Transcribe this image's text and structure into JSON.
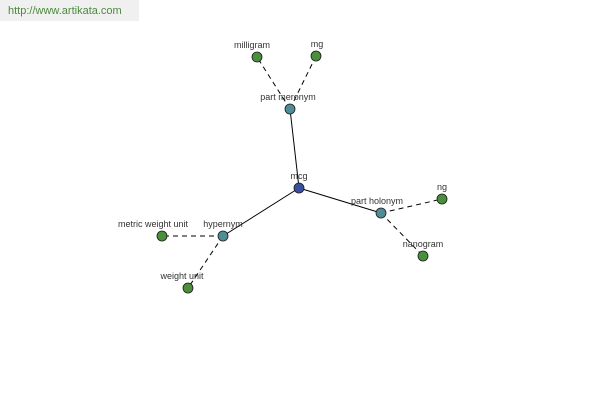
{
  "source_url": "http://www.artikata.com",
  "colors": {
    "root_node": "#3a4fa0",
    "relation_node": "#4f8e96",
    "leaf_node": "#4a8f3c",
    "edge": "#000000",
    "label": "#333333"
  },
  "nodes": [
    {
      "id": "mcg",
      "label": "mcg",
      "kind": "root"
    },
    {
      "id": "part-meronym",
      "label": "part meronym",
      "kind": "relation"
    },
    {
      "id": "milligram",
      "label": "milligram",
      "kind": "leaf"
    },
    {
      "id": "mg",
      "label": "mg",
      "kind": "leaf"
    },
    {
      "id": "part-holonym",
      "label": "part holonym",
      "kind": "relation"
    },
    {
      "id": "ng",
      "label": "ng",
      "kind": "leaf"
    },
    {
      "id": "nanogram",
      "label": "nanogram",
      "kind": "leaf"
    },
    {
      "id": "hypernym",
      "label": "hypernym",
      "kind": "relation"
    },
    {
      "id": "metric-weight-unit",
      "label": "metric weight unit",
      "kind": "leaf"
    },
    {
      "id": "weight-unit",
      "label": "weight unit",
      "kind": "leaf"
    }
  ],
  "edges": [
    {
      "from": "mcg",
      "to": "part-meronym",
      "style": "solid"
    },
    {
      "from": "mcg",
      "to": "part-holonym",
      "style": "solid"
    },
    {
      "from": "mcg",
      "to": "hypernym",
      "style": "solid"
    },
    {
      "from": "part-meronym",
      "to": "milligram",
      "style": "dashed"
    },
    {
      "from": "part-meronym",
      "to": "mg",
      "style": "dashed"
    },
    {
      "from": "part-holonym",
      "to": "ng",
      "style": "dashed"
    },
    {
      "from": "part-holonym",
      "to": "nanogram",
      "style": "dashed"
    },
    {
      "from": "hypernym",
      "to": "metric-weight-unit",
      "style": "dashed"
    },
    {
      "from": "hypernym",
      "to": "weight-unit",
      "style": "dashed"
    }
  ]
}
